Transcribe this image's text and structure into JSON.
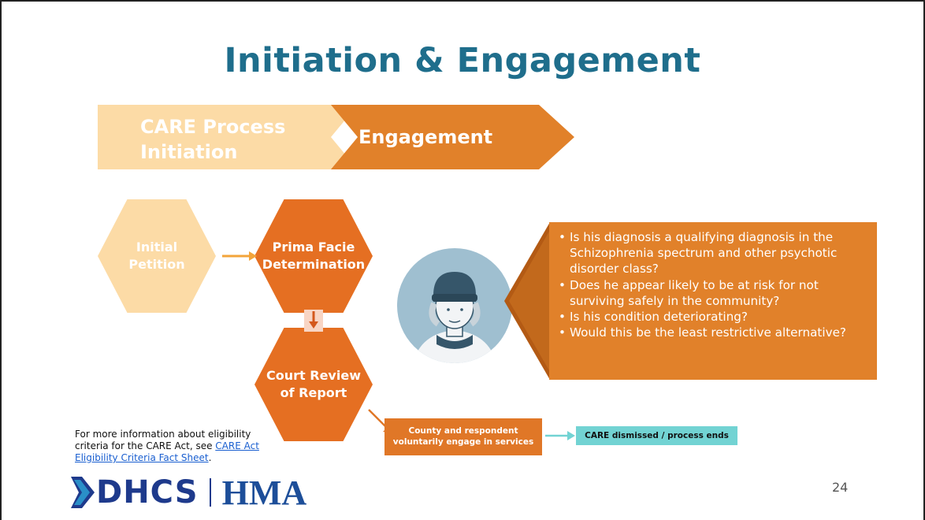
{
  "slide": {
    "title": "Initiation & Engagement",
    "page_number": "24"
  },
  "phases": [
    {
      "label_line1": "CARE Process",
      "label_line2": "Initiation",
      "color": "#fcdba6",
      "state": "inactive"
    },
    {
      "label": "Engagement",
      "color": "#e1812a",
      "state": "active"
    }
  ],
  "flow": {
    "step1": {
      "line1": "Initial",
      "line2": "Petition",
      "color": "#fcdba6"
    },
    "step2": {
      "line1": "Prima Facie",
      "line2": "Determination",
      "color": "#e56f22"
    },
    "step3": {
      "line1": "Court Review",
      "line2": "of Report",
      "color": "#e56f22"
    },
    "outcome_box": {
      "line1": "County and respondent",
      "line2": "voluntarily engage in services",
      "color": "#e07727"
    },
    "final_box": {
      "label": "CARE dismissed / process ends",
      "color": "#72d3d3"
    }
  },
  "questions": [
    "Is his diagnosis a qualifying diagnosis in the Schizophrenia spectrum and other psychotic disorder class?",
    "Does he appear likely to be at risk for not surviving safely in the community?",
    "Is his condition deteriorating?",
    "Would this be the least restrictive alternative?"
  ],
  "info": {
    "text": "For more information about eligibility criteria for the CARE Act, see ",
    "link_text": "CARE Act Eligibility Criteria Fact Sheet",
    "suffix": "."
  },
  "logos": {
    "dhcs": "DHCS",
    "hma": "HMA"
  },
  "colors": {
    "title": "#1f6e8c",
    "dhcs_blue": "#1e3a8c",
    "hma_blue": "#1d4e99"
  }
}
